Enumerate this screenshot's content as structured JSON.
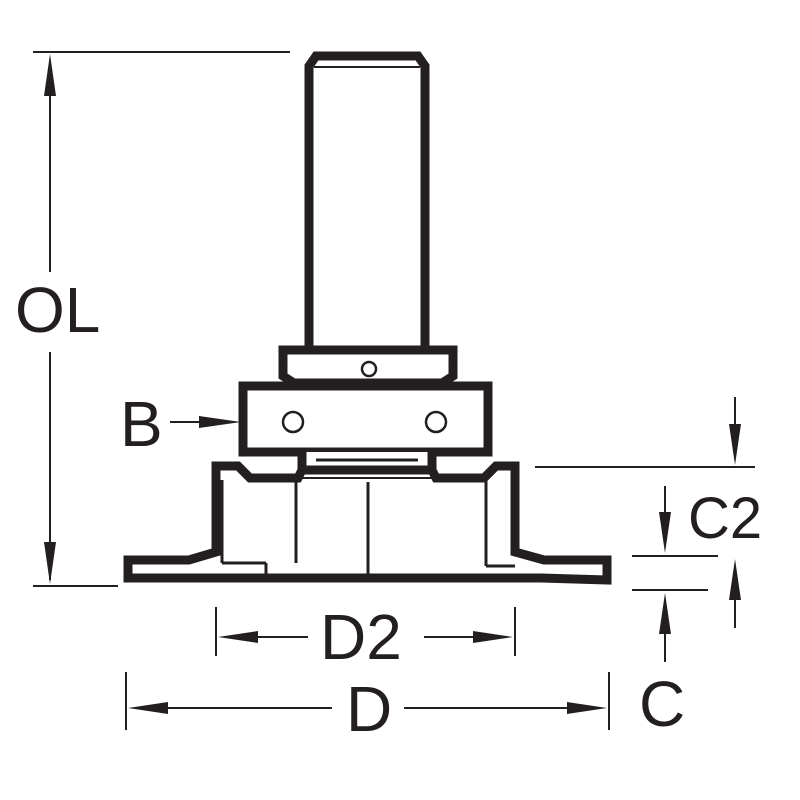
{
  "diagram": {
    "labels": {
      "ol": "OL",
      "b": "B",
      "c2": "C2",
      "d2": "D2",
      "d": "D",
      "c": "C"
    },
    "ink_color": "#231f20",
    "background_color": "#ffffff"
  }
}
